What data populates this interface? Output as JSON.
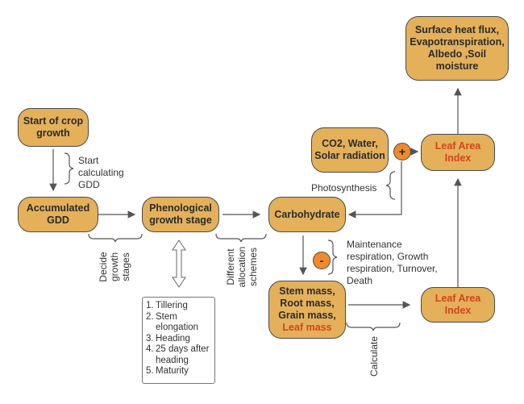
{
  "nodes": {
    "start": "Start of crop growth",
    "gdd": "Accumulated GDD",
    "pheno": "Phenological growth stage",
    "carb": "Carbohydrate",
    "co2": "CO2, Water, Solar radiation",
    "lai_top": "Leaf Area Index",
    "surface": "Surface heat flux, Evapotranspiration, Albedo ,Soil moisture",
    "stem_line1": "Stem mass,",
    "stem_line2": "Root mass,",
    "stem_line3": "Grain mass,",
    "stem_line4": "Leaf mass",
    "lai_bottom": "Leaf Area Index"
  },
  "signs": {
    "plus": "+",
    "minus": "-"
  },
  "labels": {
    "start_calc": "Start calculating GDD",
    "photosynthesis": "Photosynthesis",
    "maintenance": "Maintenance respiration, Growth respiration, Turnover, Death",
    "decide": "Decide growth stages",
    "allocation": "Different allocation schemes",
    "calculate": "Calculate"
  },
  "stages": [
    {
      "num": "1.",
      "text": "Tillering"
    },
    {
      "num": "2.",
      "text": "Stem elongation"
    },
    {
      "num": "3.",
      "text": "Heading"
    },
    {
      "num": "4.",
      "text": "25 days after heading"
    },
    {
      "num": "5.",
      "text": "Maturity"
    }
  ],
  "colors": {
    "node_fill": "#e4b05a",
    "highlight_text": "#d2451e",
    "sign_fill": "#f08a2c",
    "line": "#555555"
  }
}
